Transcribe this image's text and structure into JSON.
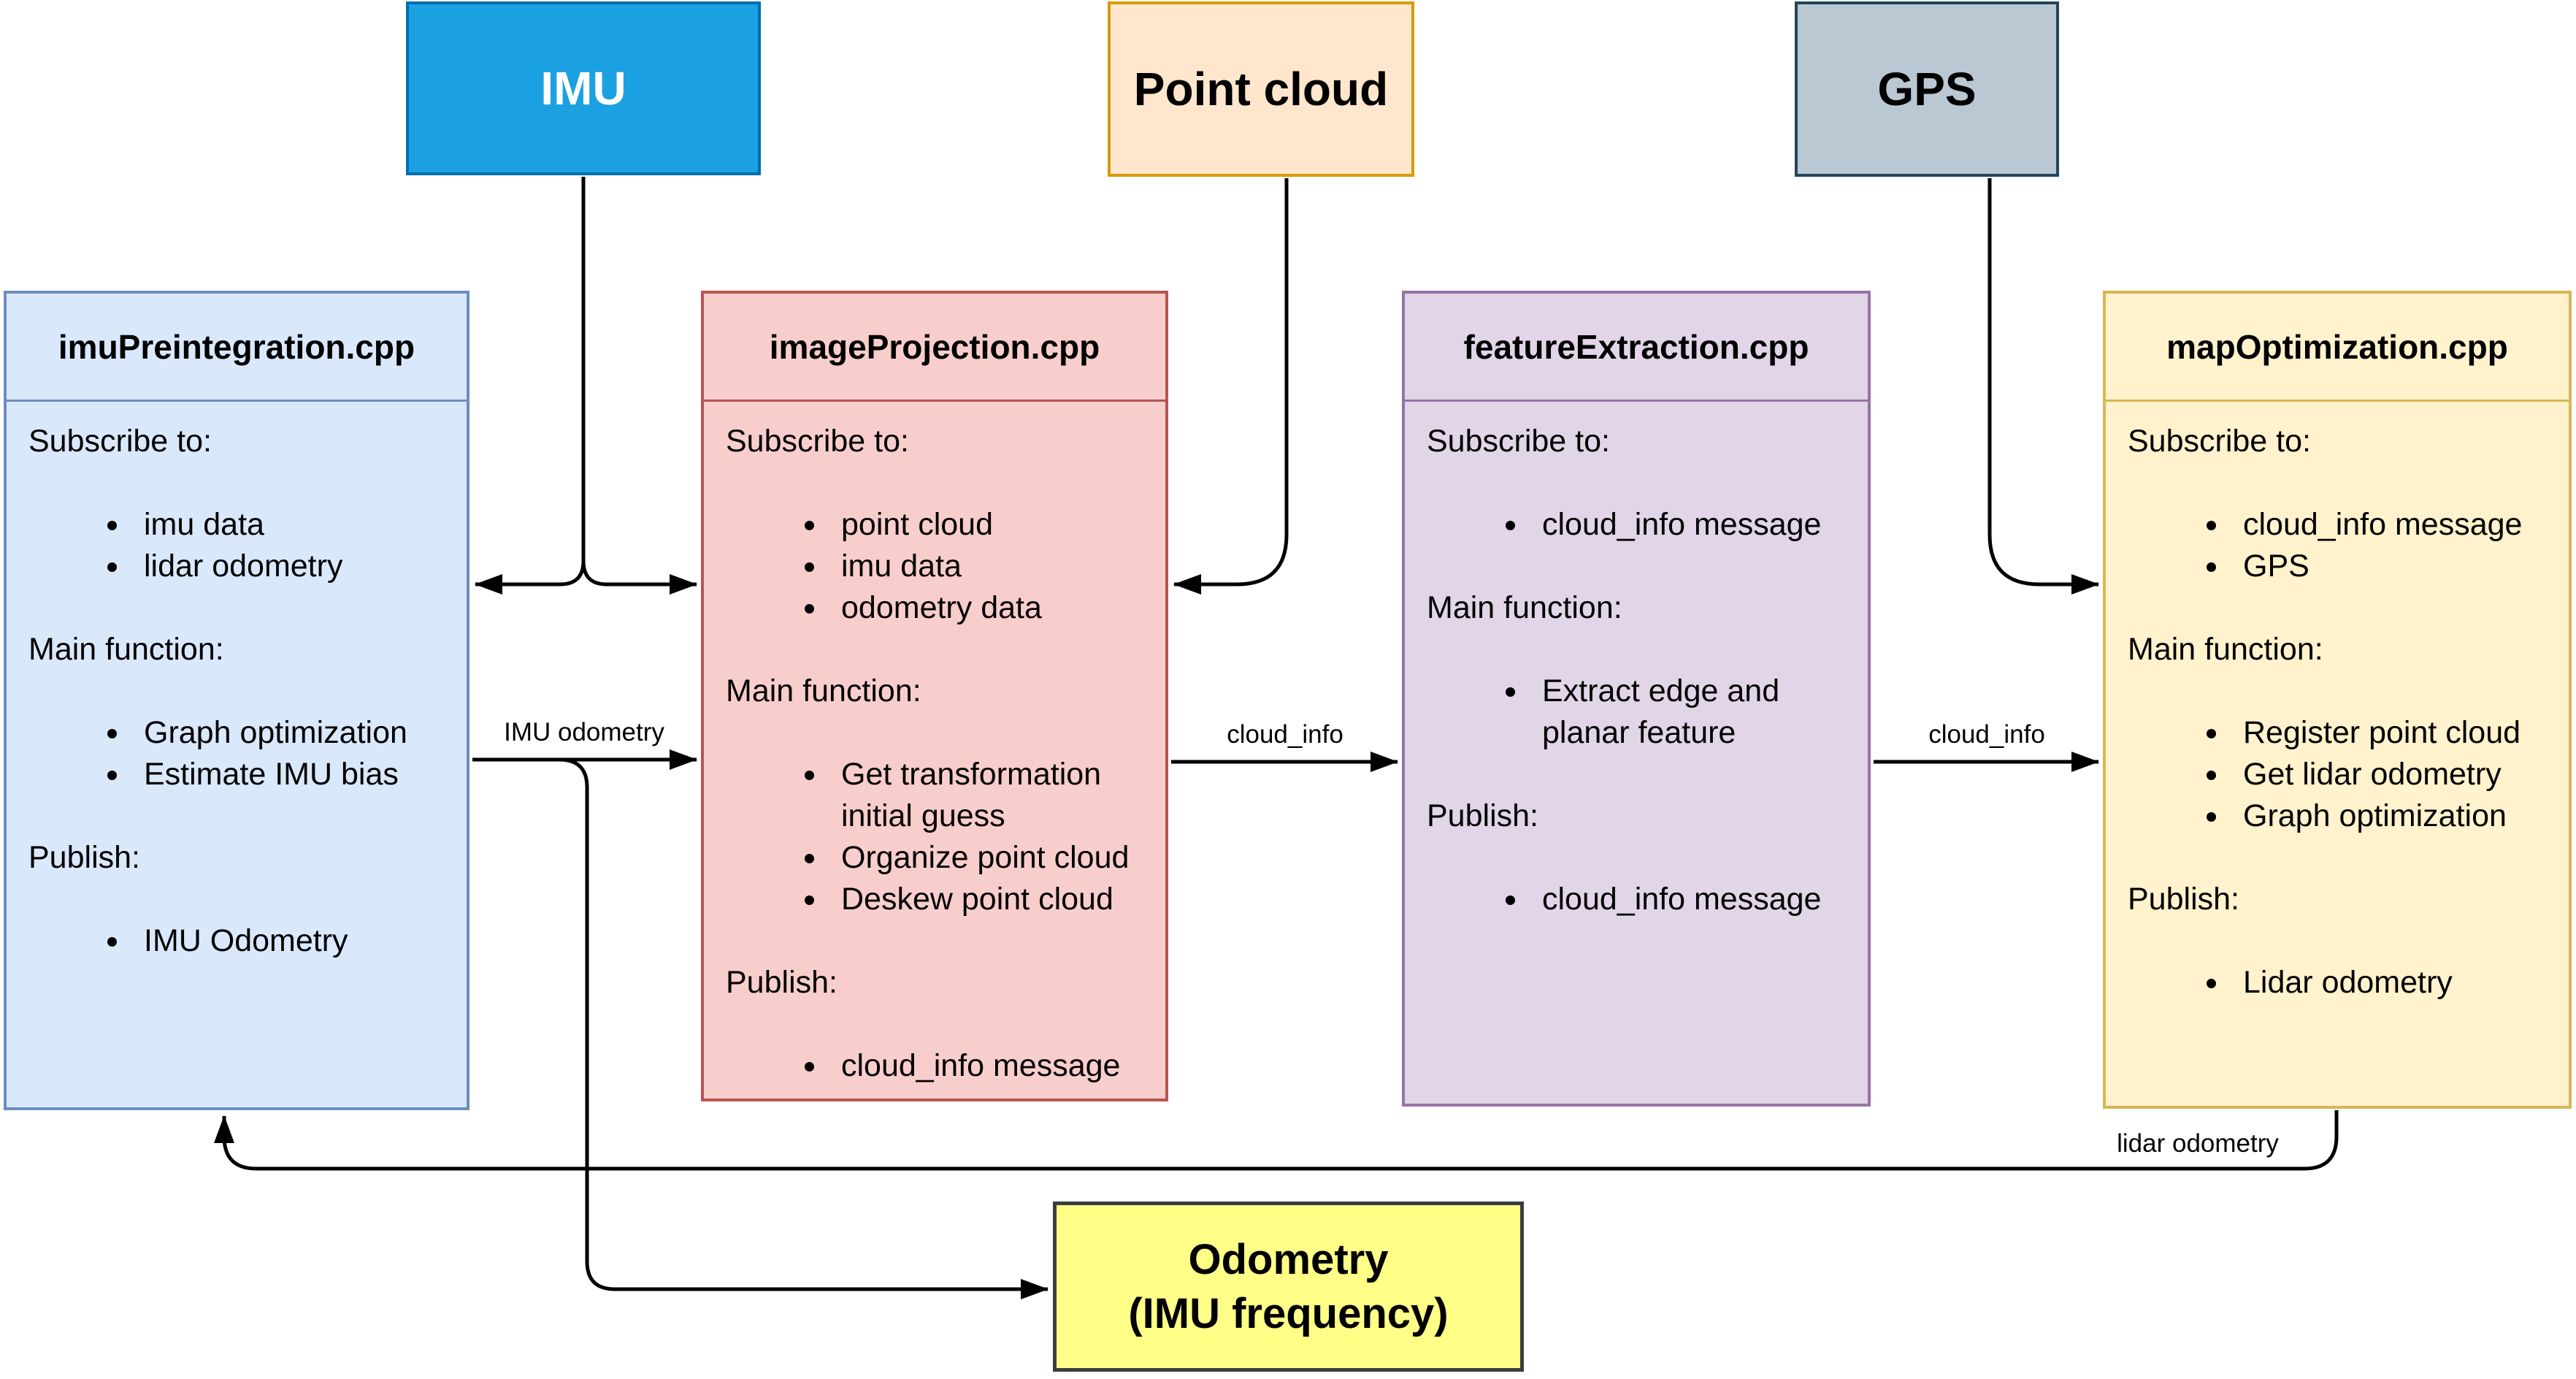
{
  "diagram": {
    "background": "#FFFFFF",
    "arrow_color": "#000000"
  },
  "sources": [
    {
      "label": "IMU",
      "fill": "#1BA1E2",
      "stroke": "#006EAF",
      "text_color": "#FFFFFF"
    },
    {
      "label": "Point cloud",
      "fill": "#FFE6CC",
      "stroke": "#D79B00",
      "text_color": "#000000"
    },
    {
      "label": "GPS",
      "fill": "#BAC8D3",
      "stroke": "#23445C",
      "text_color": "#000000"
    }
  ],
  "modules": [
    {
      "title": "imuPreintegration.cpp",
      "fill": "#DAE8FC",
      "stroke": "#6C8EBF",
      "sections": [
        {
          "heading": "Subscribe to:",
          "items": [
            "imu data",
            "lidar odometry"
          ]
        },
        {
          "heading": "Main function:",
          "items": [
            "Graph optimization",
            "Estimate IMU bias"
          ]
        },
        {
          "heading": "Publish:",
          "items": [
            "IMU Odometry"
          ]
        }
      ]
    },
    {
      "title": "imageProjection.cpp",
      "fill": "#F8CECC",
      "stroke": "#B85450",
      "sections": [
        {
          "heading": "Subscribe to:",
          "items": [
            "point cloud",
            "imu data",
            "odometry data"
          ]
        },
        {
          "heading": "Main function:",
          "items": [
            "Get transformation initial guess",
            "Organize point cloud",
            "Deskew point cloud"
          ]
        },
        {
          "heading": "Publish:",
          "items": [
            "cloud_info message"
          ]
        }
      ]
    },
    {
      "title": "featureExtraction.cpp",
      "fill": "#E1D5E7",
      "stroke": "#9673A6",
      "sections": [
        {
          "heading": "Subscribe to:",
          "items": [
            "cloud_info message"
          ]
        },
        {
          "heading": "Main function:",
          "items": [
            "Extract edge and planar feature"
          ]
        },
        {
          "heading": "Publish:",
          "items": [
            "cloud_info message"
          ]
        }
      ]
    },
    {
      "title": "mapOptimization.cpp",
      "fill": "#FFF2CC",
      "stroke": "#D6B656",
      "sections": [
        {
          "heading": "Subscribe to:",
          "items": [
            "cloud_info message",
            "GPS"
          ]
        },
        {
          "heading": "Main function:",
          "items": [
            "Register point cloud",
            "Get lidar odometry",
            "Graph optimization"
          ]
        },
        {
          "heading": "Publish:",
          "items": [
            "Lidar odometry"
          ]
        }
      ]
    }
  ],
  "output": {
    "lines": [
      "Odometry",
      "(IMU frequency)"
    ],
    "fill": "#FFFF88",
    "stroke": "#3A3E42",
    "text_color": "#000000"
  },
  "edge_labels": {
    "imu_odometry": "IMU odometry",
    "cloud_info_left": "cloud_info",
    "cloud_info_right": "cloud_info",
    "lidar_odometry": "lidar odometry"
  }
}
